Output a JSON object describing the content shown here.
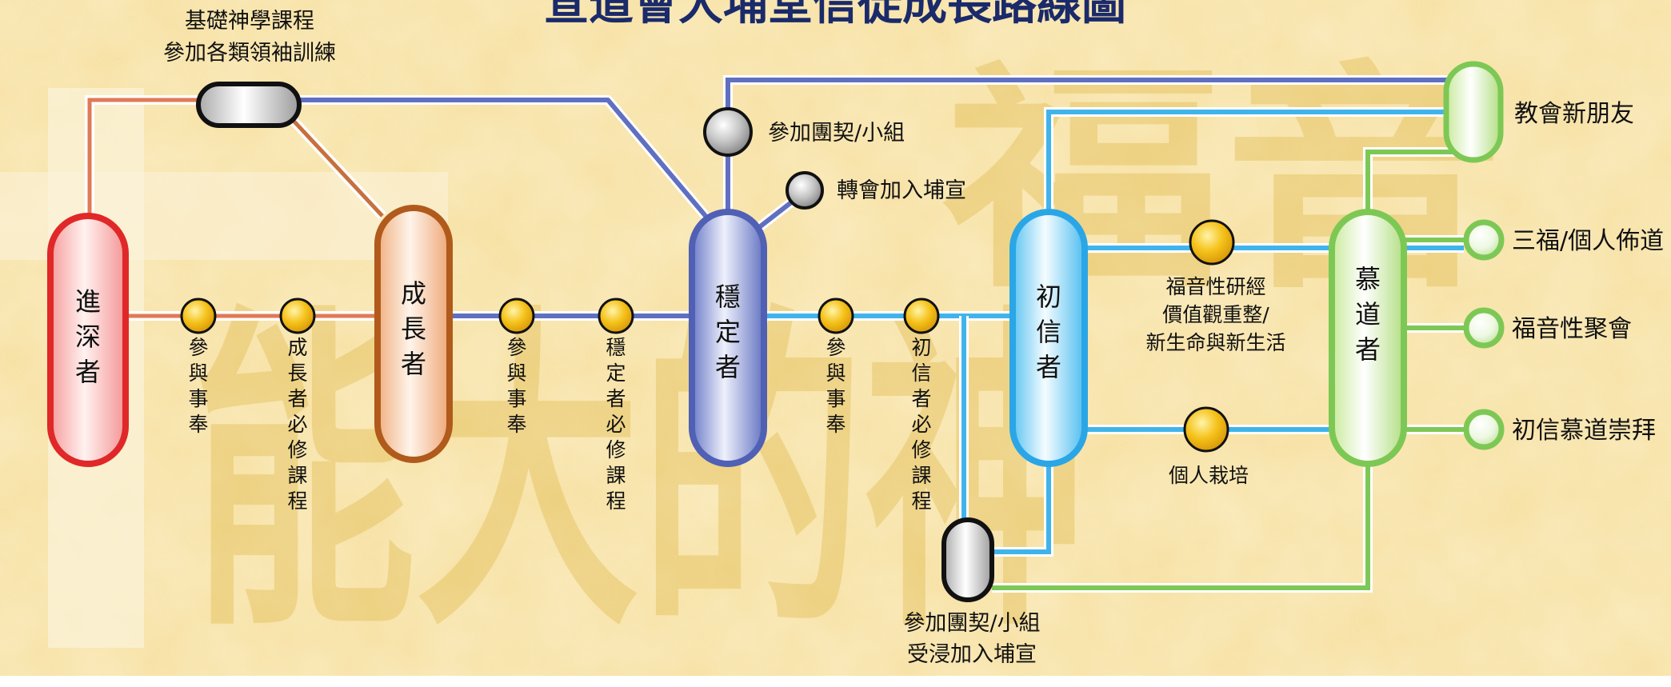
{
  "title": "宣道會大埔堂信徒成長路線圖",
  "background_text": [
    "能大的神",
    "福音"
  ],
  "stations": {
    "seeker": "慕道者",
    "new_believer": "初信者",
    "stable": "穩定者",
    "growing": "成長者",
    "advanced": "進深者"
  },
  "labels": {
    "new_friend": "教會新朋友",
    "sanfu": "三福/個人佈道",
    "gospel_meeting": "福音性聚會",
    "worship": "初信慕道崇拜",
    "study_1": "福音性研經",
    "study_2": "價值觀重整/",
    "study_3": "新生命與新生活",
    "care": "個人栽培",
    "join_1": "參加團契/小組",
    "join_2": "受浸加入埔宣",
    "fellowship": "參加團契/小組",
    "transfer": "轉會加入埔宣",
    "serve": "參與事奉",
    "course_new": "初信者必修課程",
    "course_stable": "穩定者必修課程",
    "course_growing": "成長者必修課程",
    "basic_1": "基礎神學課程",
    "basic_2": "參加各類領袖訓練"
  },
  "colors": {
    "green": "#7dc855",
    "cyan": "#40b4ea",
    "blue": "#6070c0",
    "orange": "#c86a28",
    "red": "#e03030",
    "yellow": "#f5c21a",
    "gray": "#c4c4c4",
    "title": "#1a2a6a",
    "background": "#f7e2a6"
  },
  "icons": {
    "stop": "circle-stop-icon",
    "interchange": "capsule-interchange-icon"
  }
}
